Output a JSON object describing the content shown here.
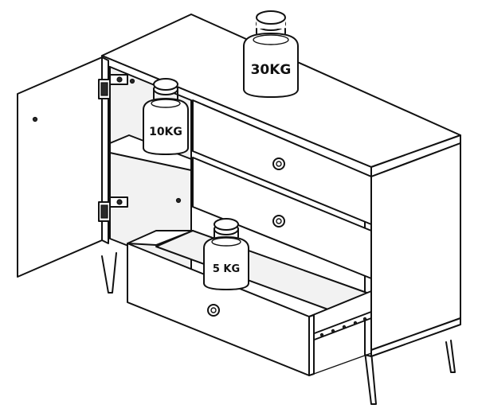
{
  "weights": {
    "top": "30KG",
    "shelf": "10KG",
    "drawer": "5 KG"
  }
}
